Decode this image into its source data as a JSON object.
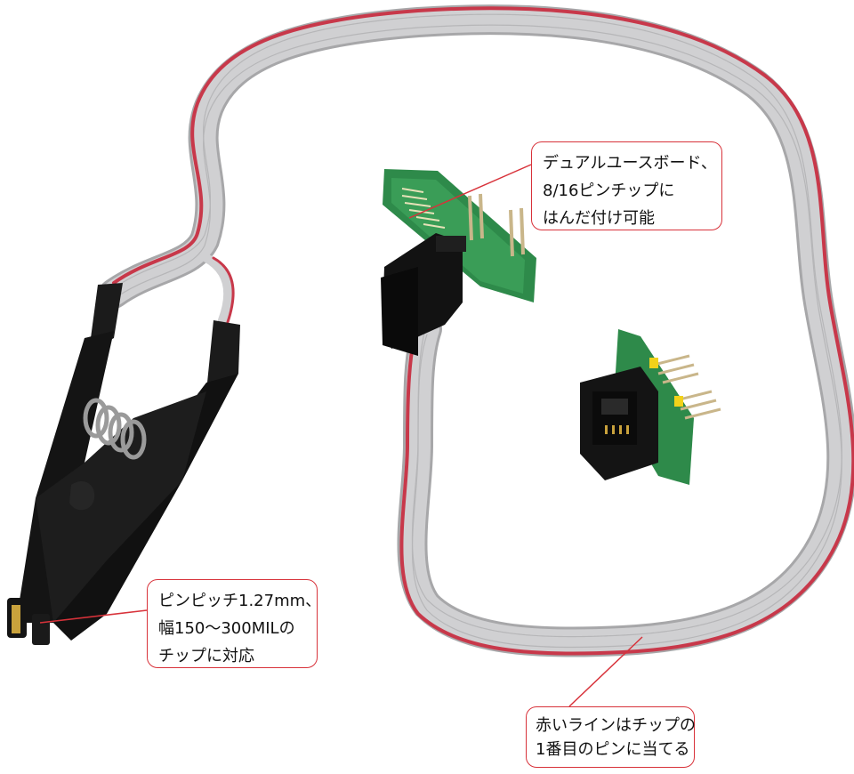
{
  "callouts": {
    "board": {
      "lines": [
        "デュアルユースボード、",
        "8/16ピンチップに",
        "はんだ付け可能"
      ]
    },
    "clip": {
      "lines": [
        "ピンピッチ1.27mm、",
        "幅150～300MILの",
        "チップに対応"
      ]
    },
    "red_line": {
      "lines": [
        "赤いラインはチップの",
        "1番目のピンに当てる"
      ]
    }
  },
  "colors": {
    "cable_gray": "#c4c4c6",
    "cable_red_stripe": "#c8384a",
    "pcb_green": "#2e8a4a",
    "clip_black": "#141414",
    "callout_border": "#d8323a",
    "pin_gold": "#c9a23c"
  },
  "objects": [
    "soic-test-clip",
    "ribbon-cable",
    "adapter-board-with-socket",
    "adapter-board-spare"
  ]
}
